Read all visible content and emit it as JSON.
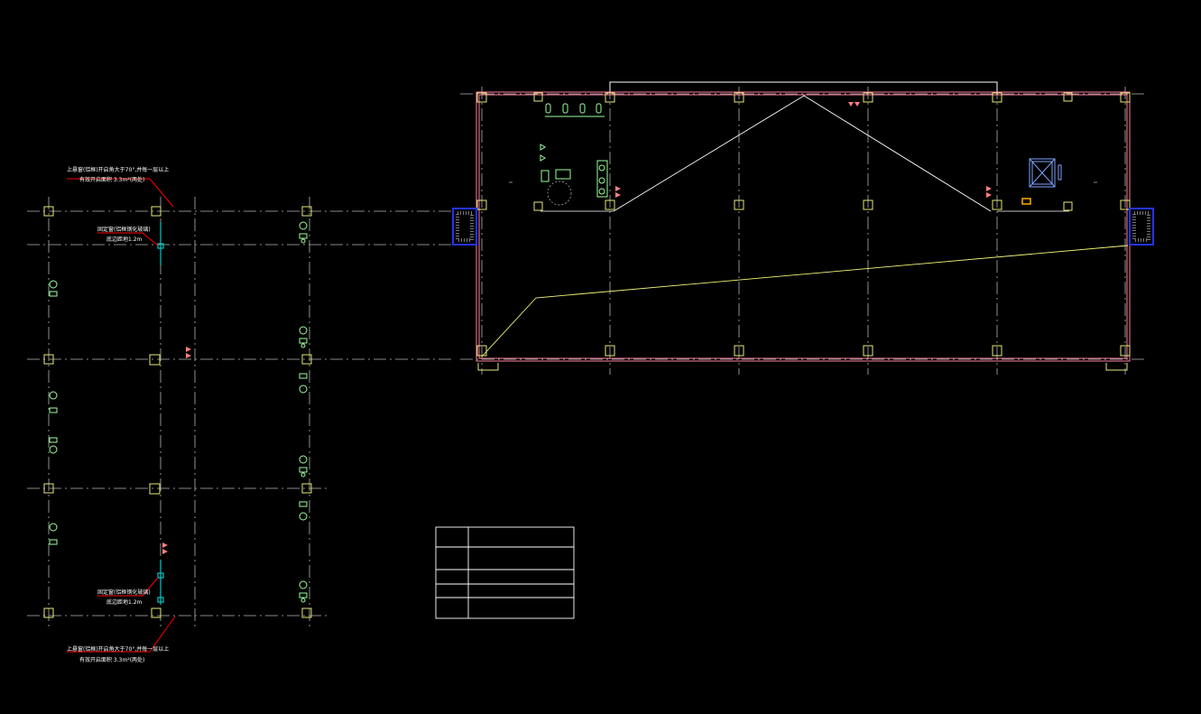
{
  "colors": {
    "background": "#000000",
    "grid": "#b4b4b4",
    "column": "#e8e879",
    "wall": "#ff7f9f",
    "outline_white": "#ffffff",
    "fixture": "#9cff9c",
    "ramp": "#f5f578",
    "pipe": "#00c8c8",
    "leader": "#ff0000",
    "marker": "#ff8080",
    "stair_blue": "#2233ee",
    "equipment": "#7ea4ff",
    "lamp_orange": "#ffae00"
  },
  "left_plan": {
    "notes": [
      {
        "lines": [
          "上悬窗(铝框)开启角大于70°,并每一层以上",
          "有效开启面积 3.3m²(两处)"
        ]
      },
      {
        "lines": [
          "固定窗(铝框钢化玻璃)",
          "底边距地1.2m"
        ]
      },
      {
        "lines": [
          "固定窗(铝框钢化玻璃)",
          "底边距地1.2m"
        ]
      },
      {
        "lines": [
          "上悬窗(铝框)开启角大于70°,并每一层以上",
          "有效开启面积 3.3m²(两处)"
        ]
      }
    ]
  },
  "legend_table": {
    "rows": [
      {
        "key": "",
        "value": ""
      },
      {
        "key": "",
        "value": ""
      },
      {
        "key": "",
        "value": ""
      },
      {
        "key": "",
        "value": ""
      },
      {
        "key": "",
        "value": ""
      }
    ]
  }
}
